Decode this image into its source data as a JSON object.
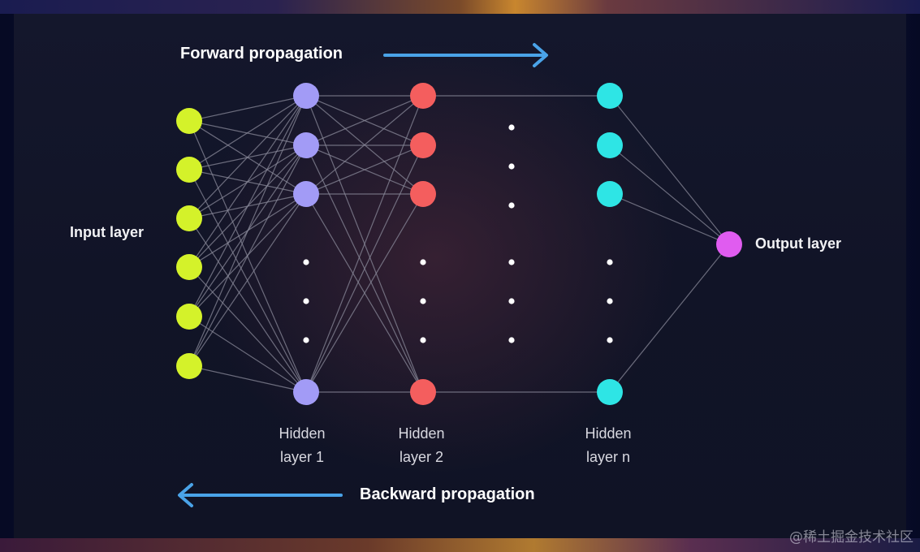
{
  "diagram": {
    "labels": {
      "forward": "Forward propagation",
      "backward": "Backward propagation",
      "input_layer": "Input layer",
      "output_layer": "Output layer",
      "hidden1_line1": "Hidden",
      "hidden1_line2": "layer 1",
      "hidden2_line1": "Hidden",
      "hidden2_line2": "layer 2",
      "hiddenn_line1": "Hidden",
      "hiddenn_line2": "layer n"
    },
    "watermark": "@稀土掘金技术社区",
    "colors": {
      "input": "#d4f22a",
      "hidden1": "#a29bf6",
      "hidden2": "#f45e5e",
      "hiddenn": "#2ee5e5",
      "output": "#e05cf0",
      "arrow": "#4aa3e8",
      "edge": "#8a8a99",
      "dot": "#ffffff"
    },
    "layers": [
      {
        "id": "input",
        "visible_nodes": 6,
        "ellipsis": false
      },
      {
        "id": "hidden1",
        "visible_nodes": 4,
        "ellipsis": true
      },
      {
        "id": "hidden2",
        "visible_nodes": 4,
        "ellipsis": true
      },
      {
        "id": "gap",
        "visible_nodes": 0,
        "ellipsis": true
      },
      {
        "id": "hiddenn",
        "visible_nodes": 4,
        "ellipsis": true
      },
      {
        "id": "output",
        "visible_nodes": 1,
        "ellipsis": false
      }
    ],
    "arrows": [
      {
        "id": "forward-arrow",
        "direction": "right"
      },
      {
        "id": "backward-arrow",
        "direction": "left"
      }
    ]
  }
}
